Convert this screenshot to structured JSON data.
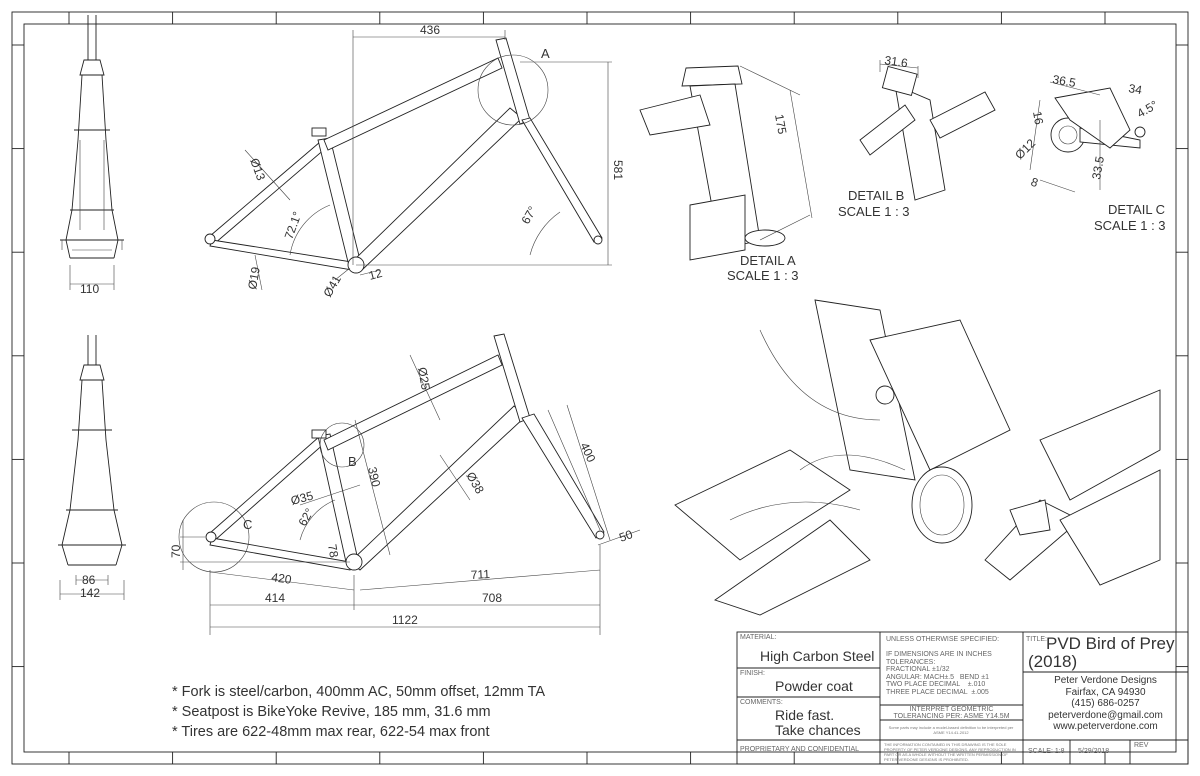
{
  "views": {
    "front_top_width": "110",
    "front_bottom_inner": "86",
    "front_bottom_outer": "142"
  },
  "side_top": {
    "reach": "436",
    "stack": "581",
    "seat_angle": "72.1°",
    "head_angle": "67°",
    "seatstay_dia": "Ø13",
    "chainstay_dia": "Ø19",
    "bb_dia": "Ø41",
    "bb_offset": "12",
    "detail_a_marker": "A"
  },
  "side_bottom": {
    "toptube_dia": "Ø25",
    "downtube_dia": "Ø38",
    "seattube_dia": "Ø35",
    "seattube_len": "390",
    "fork_len": "400",
    "fork_offset": "50",
    "bb_drop": "70",
    "bb_height": "78",
    "stay_angle": "62°",
    "chainstay": "420",
    "front_center": "711",
    "rear_horiz": "414",
    "front_horiz": "708",
    "wheelbase": "1122",
    "detail_b_marker": "B",
    "detail_c_marker": "C"
  },
  "details": {
    "a": {
      "dim": "175",
      "title": "DETAIL A",
      "scale": "SCALE 1 : 3"
    },
    "b": {
      "dim": "31.6",
      "title": "DETAIL B",
      "scale": "SCALE 1 : 3"
    },
    "c": {
      "dims": [
        "36.5",
        "34",
        "4.5°",
        "16",
        "Ø12",
        "33.5",
        "8"
      ],
      "title": "DETAIL C",
      "scale": "SCALE 1 : 3"
    }
  },
  "notes": [
    "* Fork is steel/carbon, 400mm AC, 50mm offset, 12mm TA",
    "* Seatpost is BikeYoke Revive, 185 mm, 31.6 mm",
    "* Tires are 622-48mm max rear, 622-54 max front"
  ],
  "title_block": {
    "material_label": "MATERIAL:",
    "material": "High Carbon Steel",
    "finish_label": "FINISH:",
    "finish": "Powder coat",
    "comments_label": "COMMENTS:",
    "comments_1": "Ride fast.",
    "comments_2": "Take chances",
    "proprietary": "PROPRIETARY AND CONFIDENTIAL",
    "unless": "UNLESS OTHERWISE SPECIFIED:",
    "tol_1": "IF DIMENSIONS ARE IN INCHES",
    "tol_2": "TOLERANCES:",
    "tol_3": "FRACTIONAL ±1/32",
    "tol_4": "ANGULAR: MACH±.5   BEND ±1",
    "tol_5": "TWO PLACE DECIMAL    ±.010",
    "tol_6": "THREE PLACE DECIMAL  ±.005",
    "interpret_1": "INTERPRET GEOMETRIC",
    "interpret_2": "TOLERANCING PER: ASME Y14.5M",
    "mbd": "Some parts may include a model-based definition to be interpreted per ASME Y14.41-2012",
    "info": "THE INFORMATION CONTAINED IN THIS DRAWING IS THE SOLE PROPERTY OF PETER VERDONE DESIGNS. ANY REPRODUCTION IN PART OR AS A WHOLE WITHOUT THE WRITTEN PERMISSION OF PETER VERDONE DESIGNS IS PROHIBITED.",
    "title_label": "TITLE:",
    "title_1": "PVD Bird of Prey",
    "title_2": "(2018)",
    "company": "Peter Verdone Designs",
    "city": "Fairfax, CA 94930",
    "phone": "(415) 686-0257",
    "email": "peterverdone@gmail.com",
    "web": "www.peterverdone.com",
    "scale": "SCALE: 1:8",
    "date": "5/29/2018",
    "rev_label": "REV"
  }
}
